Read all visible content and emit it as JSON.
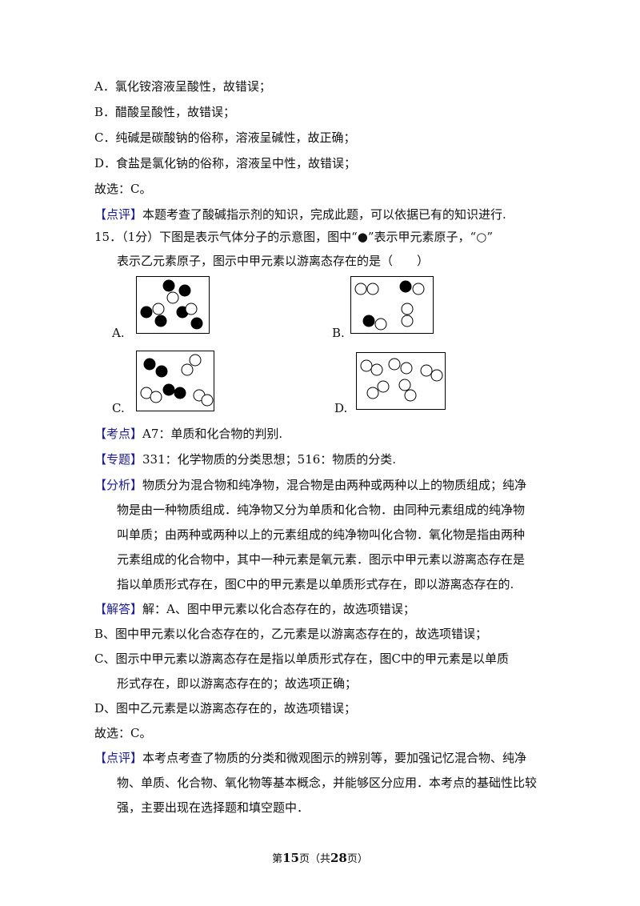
{
  "prev_options": [
    "A．氯化铵溶液呈酸性，故错误；",
    "B．醋酸呈酸性，故错误；",
    "C．纯碱是碳酸钠的俗称，溶液呈碱性，故正确；",
    "D．食盐是氯化钠的俗称，溶液呈中性，故错误；"
  ],
  "prev_answer": "故选：C。",
  "prev_comment": {
    "tag": "【点评】",
    "text": "本题考查了酸碱指示剂的知识，完成此题，可以依据已有的知识进行."
  },
  "question": {
    "line1": "15．（1分）下图是表示气体分子的示意图，图中“●”表示甲元素原子，“○”",
    "line2": "表示乙元素原子，图示中甲元素以游离态存在的是（　　）",
    "option_labels": [
      "A.",
      "B.",
      "C.",
      "D."
    ]
  },
  "kaodian": {
    "tag": "【考点】",
    "text": "A7：单质和化合物的判别."
  },
  "zhuanti": {
    "tag": "【专题】",
    "text": "331：化学物质的分类思想；516：物质的分类."
  },
  "fenxi": {
    "tag": "【分析】",
    "lines": [
      "物质分为混合物和纯净物，混合物是由两种或两种以上的物质组成；纯净",
      "物是由一种物质组成．纯净物又分为单质和化合物．由同种元素组成的纯净物",
      "叫单质；由两种或两种以上的元素组成的纯净物叫化合物．氧化物是指由两种",
      "元素组成的化合物中，其中一种元素是氧元素．图示中甲元素以游离态存在是",
      "指以单质形式存在，图C中的甲元素是以单质形式存在，即以游离态存在的."
    ]
  },
  "jieda": {
    "tag": "【解答】",
    "lines": [
      "解：A、图中甲元素以化合态存在的，故选项错误；",
      "B、图中甲元素以化合态存在的，乙元素是以游离态存在的，故选项错误；",
      "C、图示中甲元素以游离态存在是指以单质形式存在，图C中的甲元素是以单质",
      "形式存在，即以游离态存在的；故选项正确；",
      "D、图中乙元素是以游离态存在的，故选项错误；",
      "故选：C。"
    ]
  },
  "dianping": {
    "tag": "【点评】",
    "lines": [
      "本考点考查了物质的分类和微观图示的辨别等，要加强记忆混合物、纯净",
      "物、单质、化合物、氧化物等基本概念，并能够区分应用．本考点的基础性比较",
      "强，主要出现在选择题和填空题中．"
    ]
  },
  "footer": {
    "pre": "第",
    "page": "15",
    "mid": "页（共",
    "total": "28",
    "post": "页）"
  }
}
